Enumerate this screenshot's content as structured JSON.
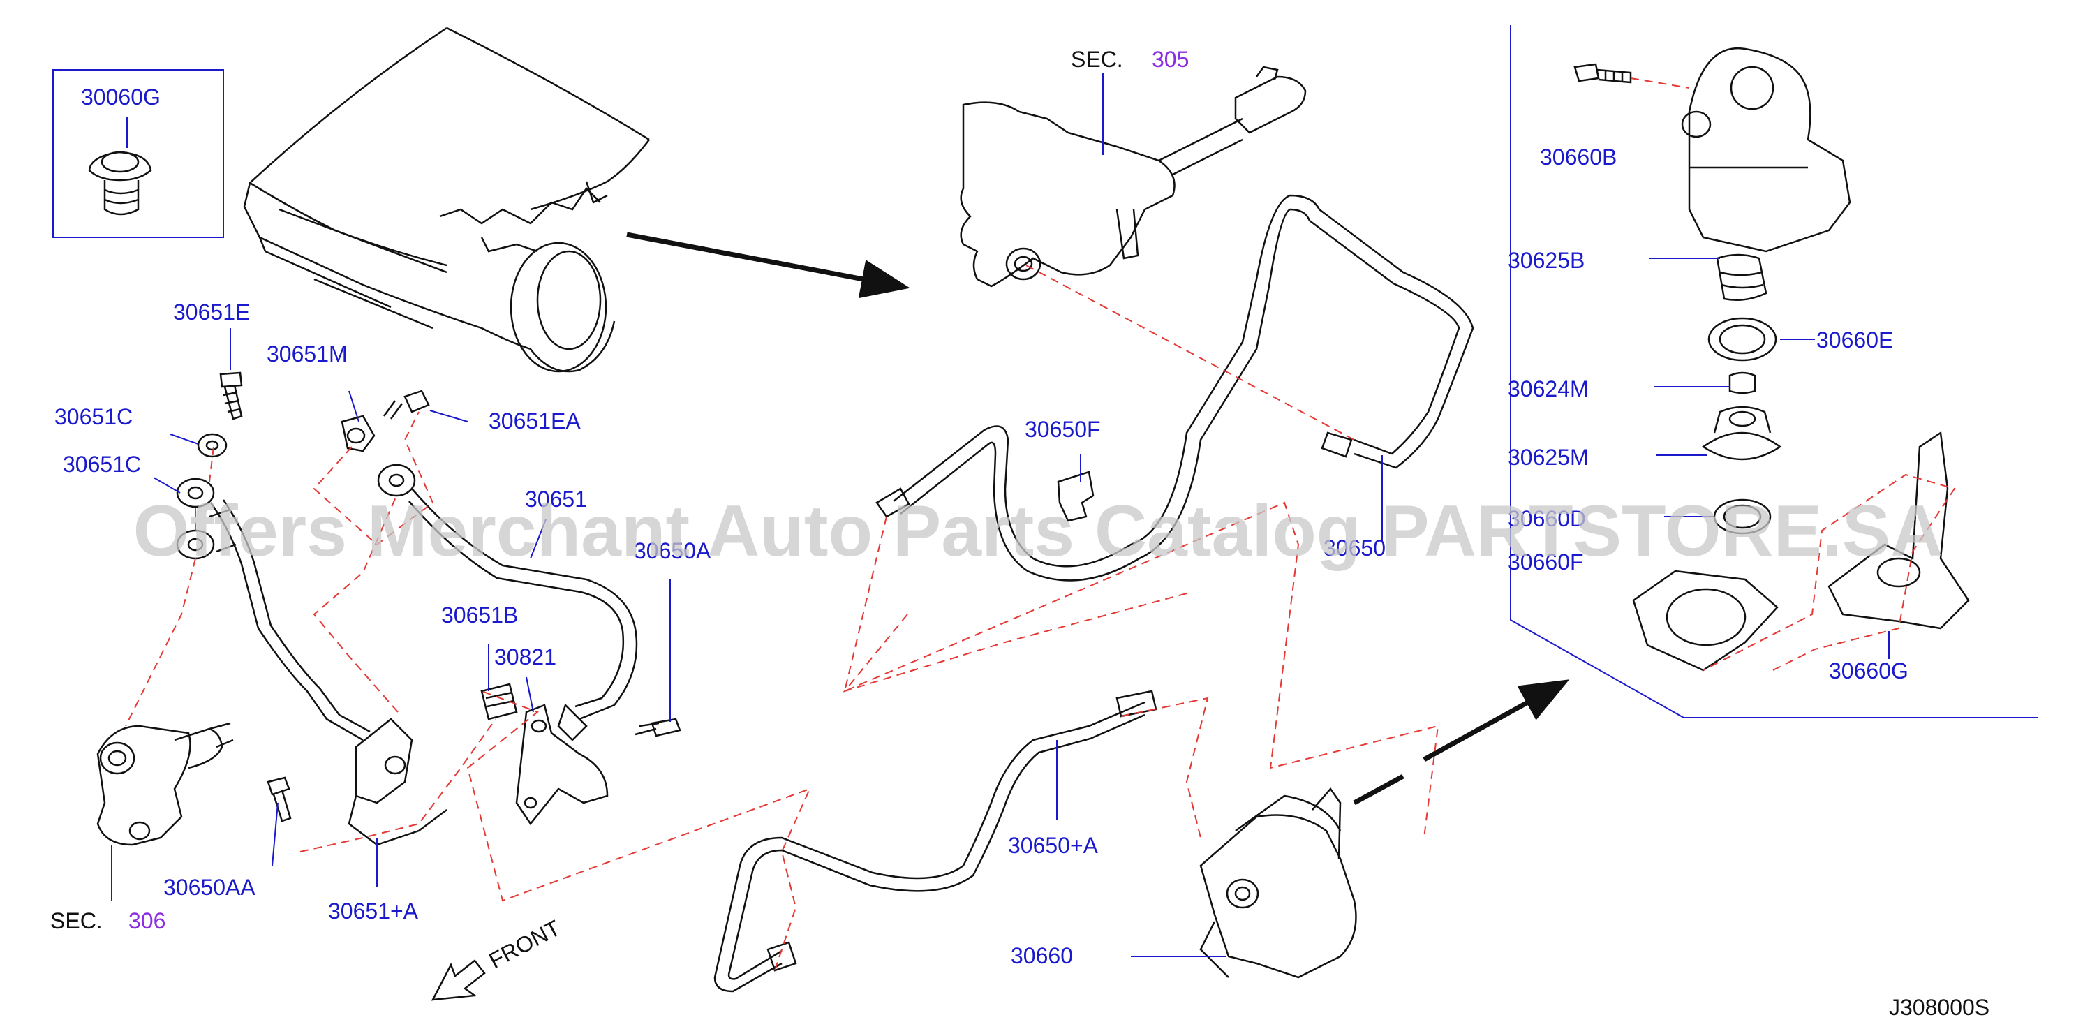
{
  "colors": {
    "label": "#1a1acc",
    "sec_ref": "#8b2be2",
    "line": "#111111",
    "dash": "#e53935",
    "watermark": "#c8c8c8"
  },
  "sections": {
    "sec_word": "SEC.",
    "ref_305": "305",
    "ref_306": "306"
  },
  "labels": {
    "p30060G": "30060G",
    "p30651E": "30651E",
    "p30651M": "30651M",
    "p30651EA": "30651EA",
    "p30651C_a": "30651C",
    "p30651C_b": "30651C",
    "p30651": "30651",
    "p30650A": "30650A",
    "p30651B": "30651B",
    "p30821": "30821",
    "p30650AA": "30650AA",
    "p30651A": "30651+A",
    "p30650F": "30650F",
    "p30650": "30650",
    "p30650pA": "30650+A",
    "p30660": "30660",
    "p30660B": "30660B",
    "p30625B": "30625B",
    "p30660E": "30660E",
    "p30624M": "30624M",
    "p30625M": "30625M",
    "p30660D": "30660D",
    "p30660F": "30660F",
    "p30660G": "30660G"
  },
  "front_label": "FRONT",
  "diagram_code": "J308000S",
  "watermark": "Offers Merchant Auto Parts Catalog PARTSTORE.SA"
}
